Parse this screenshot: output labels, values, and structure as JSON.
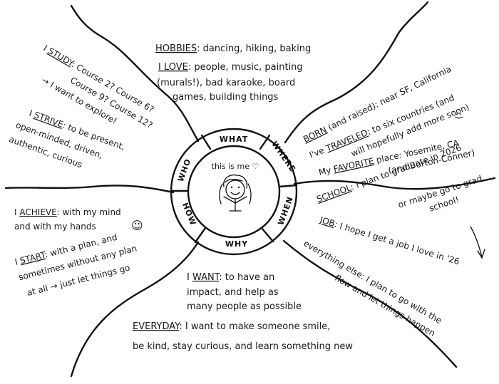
{
  "center": {
    "caption": "this is me ♡",
    "ring_labels": {
      "what": "WHAT",
      "where": "WHERE",
      "when": "WHEN",
      "why": "WHY",
      "how": "HOW",
      "who": "WHO"
    }
  },
  "what": {
    "hobbies_key": "HOBBIES",
    "hobbies_text": ": dancing, hiking, baking",
    "love_key": "I LOVE",
    "love_line1": ": people, music, painting",
    "love_line2": "(murals!), bad karaoke, board",
    "love_line3": "games, building things"
  },
  "who": {
    "study_prefix": "I",
    "study_key": "STUDY",
    "study_line1": ": Course 2? Course 6?",
    "study_line2": "Course 9? Course 12?",
    "study_line3": "→ I want to explore!",
    "strive_prefix": "I",
    "strive_key": "STRIVE",
    "strive_line1": ": to be present,",
    "strive_line2": "open-minded, driven,",
    "strive_line3": "authentic, curious"
  },
  "where": {
    "born_key": "BORN",
    "born_text": "(and raised): near SF, California",
    "traveled_prefix": "I've",
    "traveled_key": "TRAVELED",
    "traveled_line1": ": to six countries (and",
    "traveled_line2": "will hopefully add more soon)",
    "smiley": ":)",
    "favorite_prefix": "My",
    "favorite_key": "FAVORITE",
    "favorite_line1": "place: Yosemite, CA",
    "favorite_line2": "(and Burton-Conner)"
  },
  "how": {
    "achieve_prefix": "I",
    "achieve_key": "ACHIEVE",
    "achieve_line1": ": with my mind",
    "achieve_line2": "and with my hands",
    "smiley": "☺",
    "start_prefix": "I",
    "start_key": "START",
    "start_line1": ": with a plan, and",
    "start_line2": "sometimes without any plan",
    "start_line3": "at all → just let things go"
  },
  "when": {
    "note_line1": "or maybe go to grad",
    "note_line2": "school!",
    "school_key": "SCHOOL",
    "school_text": ": I plan to graduate in 2026",
    "job_key": "JOB",
    "job_text": ": I hope I get a job I love in '26",
    "else_line1": "everything else: I plan to go with the",
    "else_line2": "flow and let things happen"
  },
  "why": {
    "want_prefix": "I",
    "want_key": "WANT",
    "want_line1": ": to have an",
    "want_line2": "impact, and help as",
    "want_line3": "many people as possible",
    "everyday_key": "EVERYDAY",
    "everyday_line1": ": I want to make someone smile,",
    "everyday_line2": "be kind, stay curious, and learn something new"
  }
}
